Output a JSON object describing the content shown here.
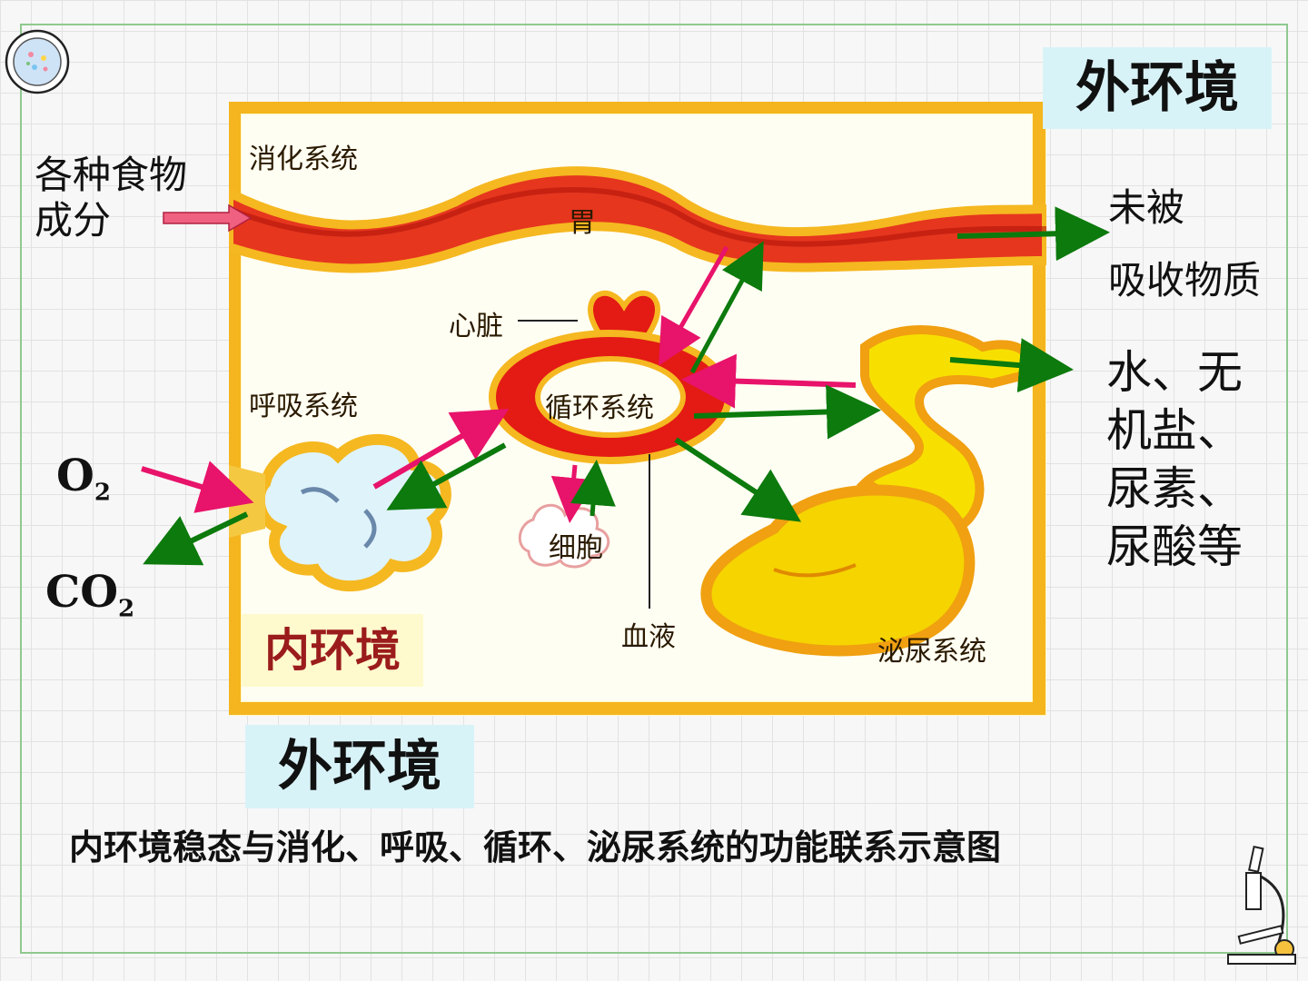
{
  "labels": {
    "outer_env_top": "外环境",
    "outer_env_bottom": "外环境",
    "inner_env": "内环境",
    "food_line1": "各种食物",
    "food_line2": "成分",
    "unabsorbed_line1": "未被",
    "unabsorbed_line2": "吸收物质",
    "excretion_line1": "水、无",
    "excretion_line2": "机盐、",
    "excretion_line3": "尿素、",
    "excretion_line4": "尿酸等",
    "o2_main": "O",
    "o2_sub": "2",
    "co2_main": "CO",
    "co2_sub": "2",
    "caption": "内环境稳态与消化、呼吸、循环、泌尿系统的功能联系示意图"
  },
  "diagram": {
    "digestive_system": "消化系统",
    "stomach": "胃",
    "heart": "心脏",
    "respiratory_system": "呼吸系统",
    "circulatory_system": "循环系统",
    "cell": "细胞",
    "blood": "血液",
    "urinary_system": "泌尿系统"
  },
  "colors": {
    "intake_arrow": "#e8136a",
    "output_arrow": "#0c7a0c",
    "outer_env_bg": "#d8f3f8",
    "inner_env_bg": "#fffacd",
    "inner_env_text": "#9b1c1c"
  },
  "icons": [
    "cell-dish-icon",
    "microscope-icon"
  ]
}
